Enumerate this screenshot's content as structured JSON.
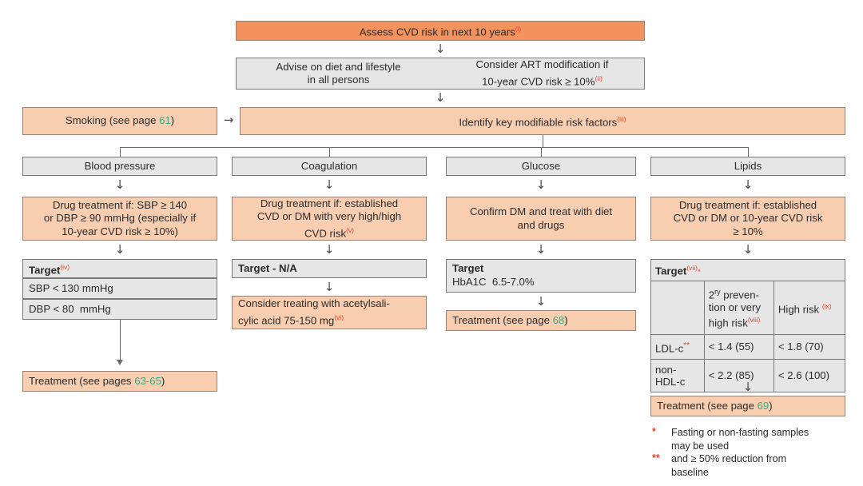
{
  "colors": {
    "header_orange": "#f4925e",
    "peach": "#f9ceb0",
    "grey": "#e6e6e6",
    "page_ref_green": "#3aa882",
    "footnote_red": "#e8432c"
  },
  "top": {
    "assess": {
      "text": "Assess CVD risk in next 10 years",
      "sup": "(i)"
    },
    "advise": {
      "text_line1": "Advise on diet and lifestyle",
      "text_line2": "in all persons"
    },
    "art": {
      "text_line1": "Consider ART modification if",
      "text_line2": "10-year CVD risk ≥ 10%",
      "sup": "(ii)"
    }
  },
  "smoking": {
    "label_pre": "Smoking (see page ",
    "page": "61",
    "label_post": ")"
  },
  "identify": {
    "text": "Identify key modifiable risk factors",
    "sup": "(iii)"
  },
  "arrows": {
    "right": "→",
    "down": "↓"
  },
  "columns": [
    {
      "heading": "Blood pressure",
      "action": {
        "line1": "Drug treatment if: SBP ≥ 140",
        "line2": "or DBP ≥ 90 mmHg (especially if",
        "line3": "10-year CVD risk ≥ 10%)"
      },
      "target_header": "Target",
      "target_sup": "(iv)",
      "target_rows": [
        "SBP < 130 mmHg",
        "DBP < 80  mmHg"
      ],
      "treatment": {
        "pre": "Treatment (see pages ",
        "page": "63-65",
        "post": ")"
      }
    },
    {
      "heading": "Coagulation",
      "action": {
        "line1": "Drug treatment if: established",
        "line2": "CVD or DM with very high/high",
        "line3": "CVD risk",
        "sup": "(v)"
      },
      "target_header": "Target - N/A",
      "consider": {
        "line1": "Consider treating with acetylsali-",
        "line2": "cylic acid 75-150 mg",
        "sup": "(vi)"
      }
    },
    {
      "heading": "Glucose",
      "action": {
        "line1": "Confirm DM and treat with diet",
        "line2": "and drugs"
      },
      "target_header": "Target",
      "target_value": "HbA1C  6.5-7.0%",
      "treatment": {
        "pre": "Treatment (see page ",
        "page": "68",
        "post": ")"
      }
    },
    {
      "heading": "Lipids",
      "action": {
        "line1": "Drug treatment if: established",
        "line2": "CVD or DM or 10-year CVD risk",
        "line3": "≥ 10%"
      },
      "target_header": "Target",
      "target_sup": "(vii)",
      "target_star": "*",
      "table": {
        "col_headers": [
          "",
          "2ʳʸ preven-tion or very high risk",
          "High risk"
        ],
        "col2_sup": "(viii)",
        "col3_sup": "(ix)",
        "rows": [
          {
            "label": "LDL-c",
            "label_sup": "**",
            "very_high": "< 1.4 (55)",
            "high": "< 1.8 (70)"
          },
          {
            "label": "non-HDL-c",
            "label_sup": "",
            "very_high": "< 2.2 (85)",
            "high": "< 2.6 (100)"
          }
        ]
      },
      "treatment": {
        "pre": "Treatment (see page ",
        "page": "69",
        "post": ")"
      }
    }
  ],
  "footnotes": [
    {
      "mark": "*",
      "line1": "Fasting or non-fasting samples",
      "line2": "may be used"
    },
    {
      "mark": "**",
      "line1": "and ≥ 50% reduction from",
      "line2": "baseline"
    }
  ]
}
